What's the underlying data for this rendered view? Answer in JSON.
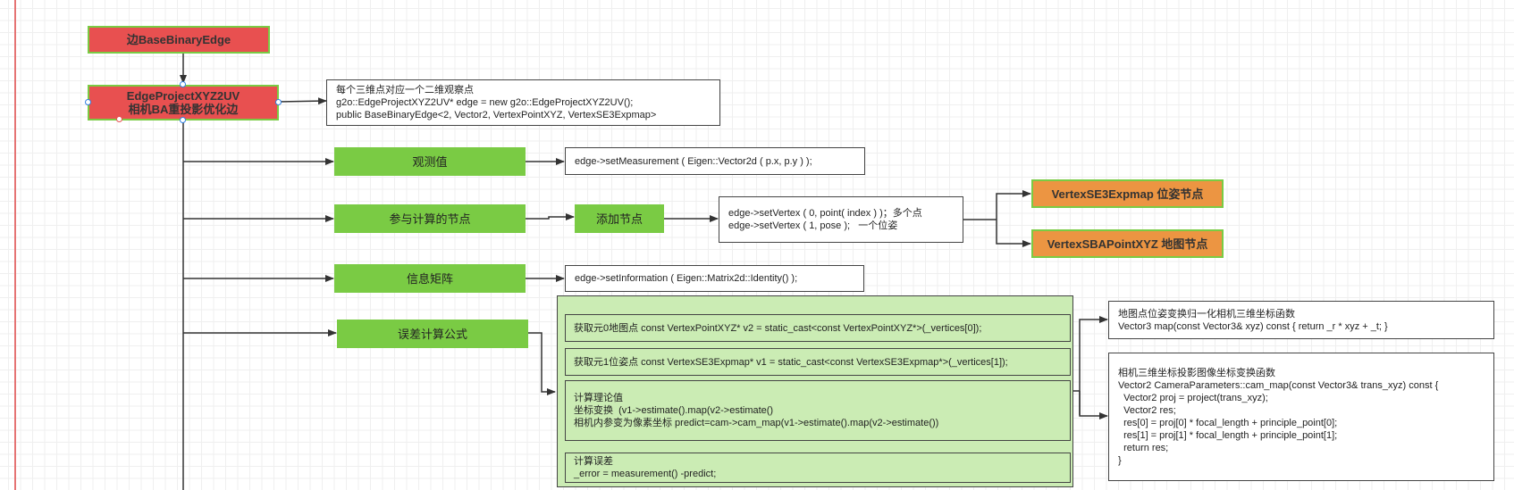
{
  "nodes": {
    "base_edge": "边BaseBinaryEdge",
    "edge_project_line1": "EdgeProjectXYZ2UV",
    "edge_project_line2": "相机BA重投影优化边",
    "observation": "观测值",
    "participating_nodes": "参与计算的节点",
    "add_node": "添加节点",
    "information_matrix": "信息矩阵",
    "error_formula": "误差计算公式",
    "vertex_se3": "VertexSE3Expmap 位姿节点",
    "vertex_sba": "VertexSBAPointXYZ 地图节点"
  },
  "notes": {
    "edge_decl": [
      "每个三维点对应一个二维观察点",
      "g2o::EdgeProjectXYZ2UV* edge = new g2o::EdgeProjectXYZ2UV();",
      "public BaseBinaryEdge<2, Vector2, VertexPointXYZ, VertexSE3Expmap>"
    ],
    "set_measurement": "edge->setMeasurement ( Eigen::Vector2d ( p.x, p.y ) );",
    "set_vertex": [
      "edge->setVertex ( 0, point( index ) )；多个点",
      "edge->setVertex ( 1, pose );   一个位姿"
    ],
    "set_information": "edge->setInformation ( Eigen::Matrix2d::Identity() );",
    "error_steps": {
      "get_v2": "获取元0地图点 const VertexPointXYZ* v2 = static_cast<const VertexPointXYZ*>(_vertices[0]);",
      "get_v1": "获取元1位姿点 const VertexSE3Expmap* v1 = static_cast<const VertexSE3Expmap*>(_vertices[1]);",
      "theory": [
        "计算理论值",
        "坐标变换  (v1->estimate().map(v2->estimate()",
        "相机内参变为像素坐标 predict=cam->cam_map(v1->estimate().map(v2->estimate())"
      ],
      "error": [
        "计算误差",
        "_error = measurement() -predict;"
      ]
    },
    "map_func": [
      "地图点位姿变换归一化相机三维坐标函数",
      "Vector3 map(const Vector3& xyz) const { return _r * xyz + _t; }"
    ],
    "cam_map_func": [
      "相机三维坐标投影图像坐标变换函数",
      "Vector2 CameraParameters::cam_map(const Vector3& trans_xyz) const {",
      "  Vector2 proj = project(trans_xyz);",
      "  Vector2 res;",
      "  res[0] = proj[0] * focal_length + principle_point[0];",
      "  res[1] = proj[1] * focal_length + principle_point[1];",
      "  return res;",
      "}"
    ]
  }
}
